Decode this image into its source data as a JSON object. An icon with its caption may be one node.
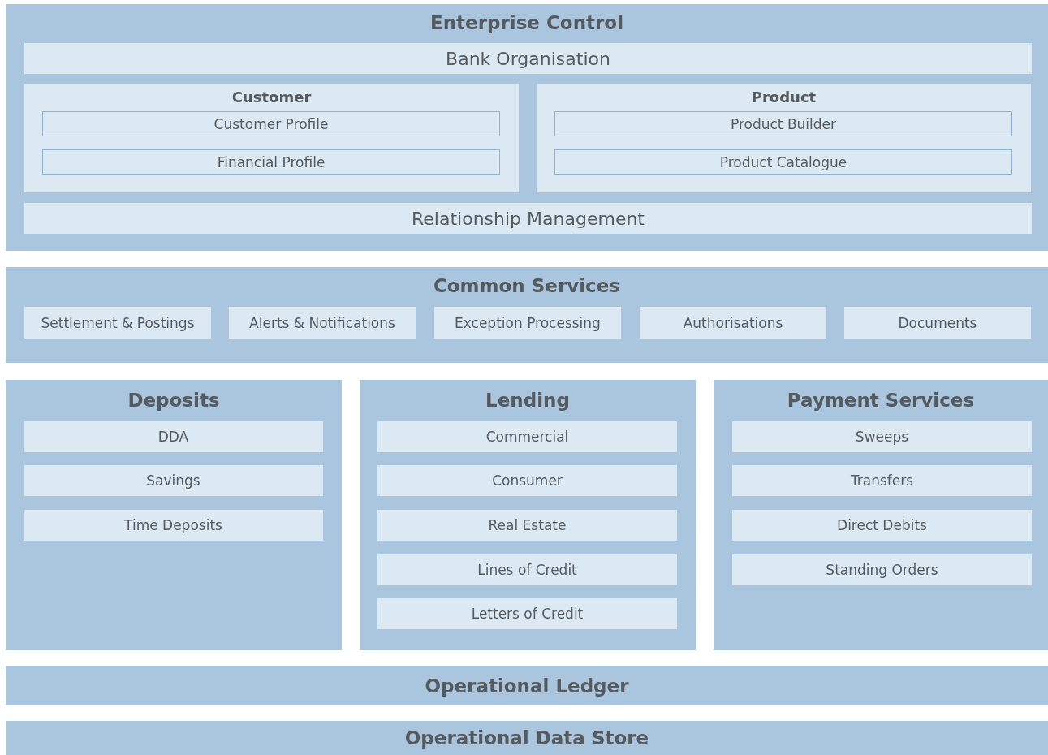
{
  "diagram": {
    "nodes": [
      {
        "text": [
          "Enterprise Control"
        ]
      },
      {
        "text": [
          "Bank Organisation"
        ],
        "in": 0
      },
      {
        "text": [
          "Customer"
        ],
        "in": 0
      },
      {
        "text": [
          "Customer Profile"
        ],
        "in": 2
      },
      {
        "text": [
          "Financial Profile"
        ],
        "in": 2
      },
      {
        "text": [
          "Product"
        ],
        "in": 0
      },
      {
        "text": [
          "Product Builder"
        ],
        "in": 5
      },
      {
        "text": [
          "Product Catalogue"
        ],
        "in": 5
      },
      {
        "text": [
          "Relationship Management"
        ],
        "in": 0
      },
      {
        "text": [
          "Common Services"
        ]
      },
      {
        "text": [
          "Settlement & Postings"
        ],
        "in": 9
      },
      {
        "text": [
          "Alerts & Notifications"
        ],
        "in": 9
      },
      {
        "text": [
          "Exception Processing"
        ],
        "in": 9
      },
      {
        "text": [
          "Authorisations"
        ],
        "in": 9
      },
      {
        "text": [
          "Documents"
        ],
        "in": 9
      },
      {
        "text": [
          "Deposits"
        ]
      },
      {
        "text": [
          "DDA"
        ],
        "in": 15
      },
      {
        "text": [
          "Savings"
        ],
        "in": 15
      },
      {
        "text": [
          "Time Deposits"
        ],
        "in": 15
      },
      {
        "text": [
          "Lending"
        ]
      },
      {
        "text": [
          "Commercial"
        ],
        "in": 19
      },
      {
        "text": [
          "Consumer"
        ],
        "in": 19
      },
      {
        "text": [
          "Real Estate"
        ],
        "in": 19
      },
      {
        "text": [
          "Lines of Credit"
        ],
        "in": 19
      },
      {
        "text": [
          "Letters of Credit"
        ],
        "in": 19
      },
      {
        "text": [
          "Payment Services"
        ]
      },
      {
        "text": [
          "Sweeps"
        ],
        "in": 25
      },
      {
        "text": [
          "Transfers"
        ],
        "in": 25
      },
      {
        "text": [
          "Direct Debits"
        ],
        "in": 25
      },
      {
        "text": [
          "Standing Orders"
        ],
        "in": 25
      },
      {
        "text": [
          "Operational Ledger"
        ]
      },
      {
        "text": [
          "Operational Data Store"
        ]
      }
    ]
  }
}
